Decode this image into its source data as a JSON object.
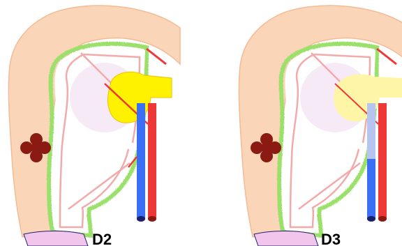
{
  "panels": [
    {
      "label": "D2",
      "variant": "opaque"
    },
    {
      "label": "D3",
      "variant": "faded"
    }
  ],
  "colors": {
    "skin": "#fbd5b8",
    "skin_edge": "#f3bb95",
    "outline": "#f2aaaa",
    "membrane": "#9be06a",
    "target_circle": "#f6e6f6",
    "yellow": "#fff200",
    "yellow_faded": "#fff5a6",
    "blue": "#3b6ff5",
    "blue_faded": "#b8c4f0",
    "red": "#ee3838",
    "dark_red": "#8b1a12",
    "pink_base": "#f2c6ec",
    "navy": "#1c1f6b"
  },
  "icons": [
    "dark-red-cluster-icon",
    "blue-tube-icon",
    "red-tube-icon",
    "yellow-plug-icon"
  ]
}
